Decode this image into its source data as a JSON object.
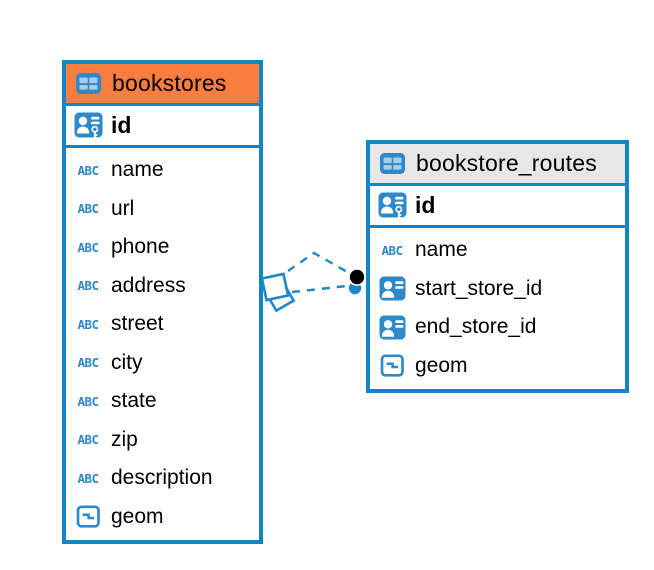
{
  "diagram": {
    "background_color": "#ffffff",
    "accent_blue": "#1484c8",
    "tables": [
      {
        "name": "bookstores",
        "header_color": "#f97d3e",
        "primary_key": "id",
        "columns": [
          {
            "label": "name",
            "type": "text"
          },
          {
            "label": "url",
            "type": "text"
          },
          {
            "label": "phone",
            "type": "text"
          },
          {
            "label": "address",
            "type": "text"
          },
          {
            "label": "street",
            "type": "text"
          },
          {
            "label": "city",
            "type": "text"
          },
          {
            "label": "state",
            "type": "text"
          },
          {
            "label": "zip",
            "type": "text"
          },
          {
            "label": "description",
            "type": "text"
          },
          {
            "label": "geom",
            "type": "geometry"
          }
        ]
      },
      {
        "name": "bookstore_routes",
        "header_color": "#e7e7e7",
        "primary_key": "id",
        "columns": [
          {
            "label": "name",
            "type": "text"
          },
          {
            "label": "start_store_id",
            "type": "reference"
          },
          {
            "label": "end_store_id",
            "type": "reference"
          },
          {
            "label": "geom",
            "type": "geometry"
          }
        ]
      }
    ],
    "icons": {
      "text_type_label": "ABC"
    },
    "relationships": [
      {
        "between": "bookstores - bookstore_routes",
        "line_style": "dashed",
        "count": 2
      }
    ]
  }
}
